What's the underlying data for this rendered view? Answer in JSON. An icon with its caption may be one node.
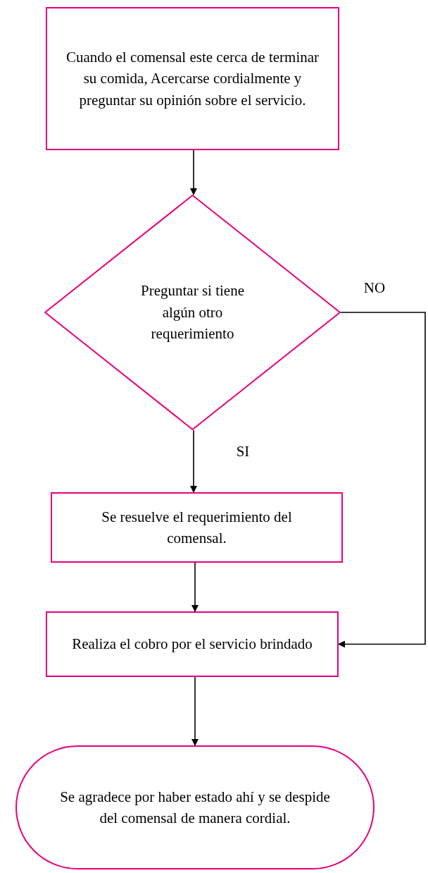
{
  "diagram": {
    "nodes": [
      {
        "text": [
          "Cuando el comensal este cerca de terminar su comida, Acercarse cordialmente y preguntar su opinión sobre el servicio."
        ]
      },
      {
        "text": [
          "Preguntar si tiene algún otro requerimiento"
        ]
      },
      {
        "text": [
          "Se resuelve el requerimiento del comensal."
        ]
      },
      {
        "text": [
          "Realiza el cobro por el servicio brindado"
        ]
      },
      {
        "text": [
          "Se agradece por haber estado ahí y se despide del comensal de manera cordial."
        ]
      }
    ],
    "edges": [
      {
        "from": 0,
        "to": 1,
        "arrow": "to"
      },
      {
        "from": 1,
        "to": 3,
        "arrow": "to",
        "label": "NO"
      },
      {
        "from": 1,
        "to": 2,
        "arrow": "to",
        "label": "SI"
      },
      {
        "from": 2,
        "to": 3,
        "arrow": "to"
      },
      {
        "from": 3,
        "to": 4,
        "arrow": "to"
      }
    ]
  }
}
